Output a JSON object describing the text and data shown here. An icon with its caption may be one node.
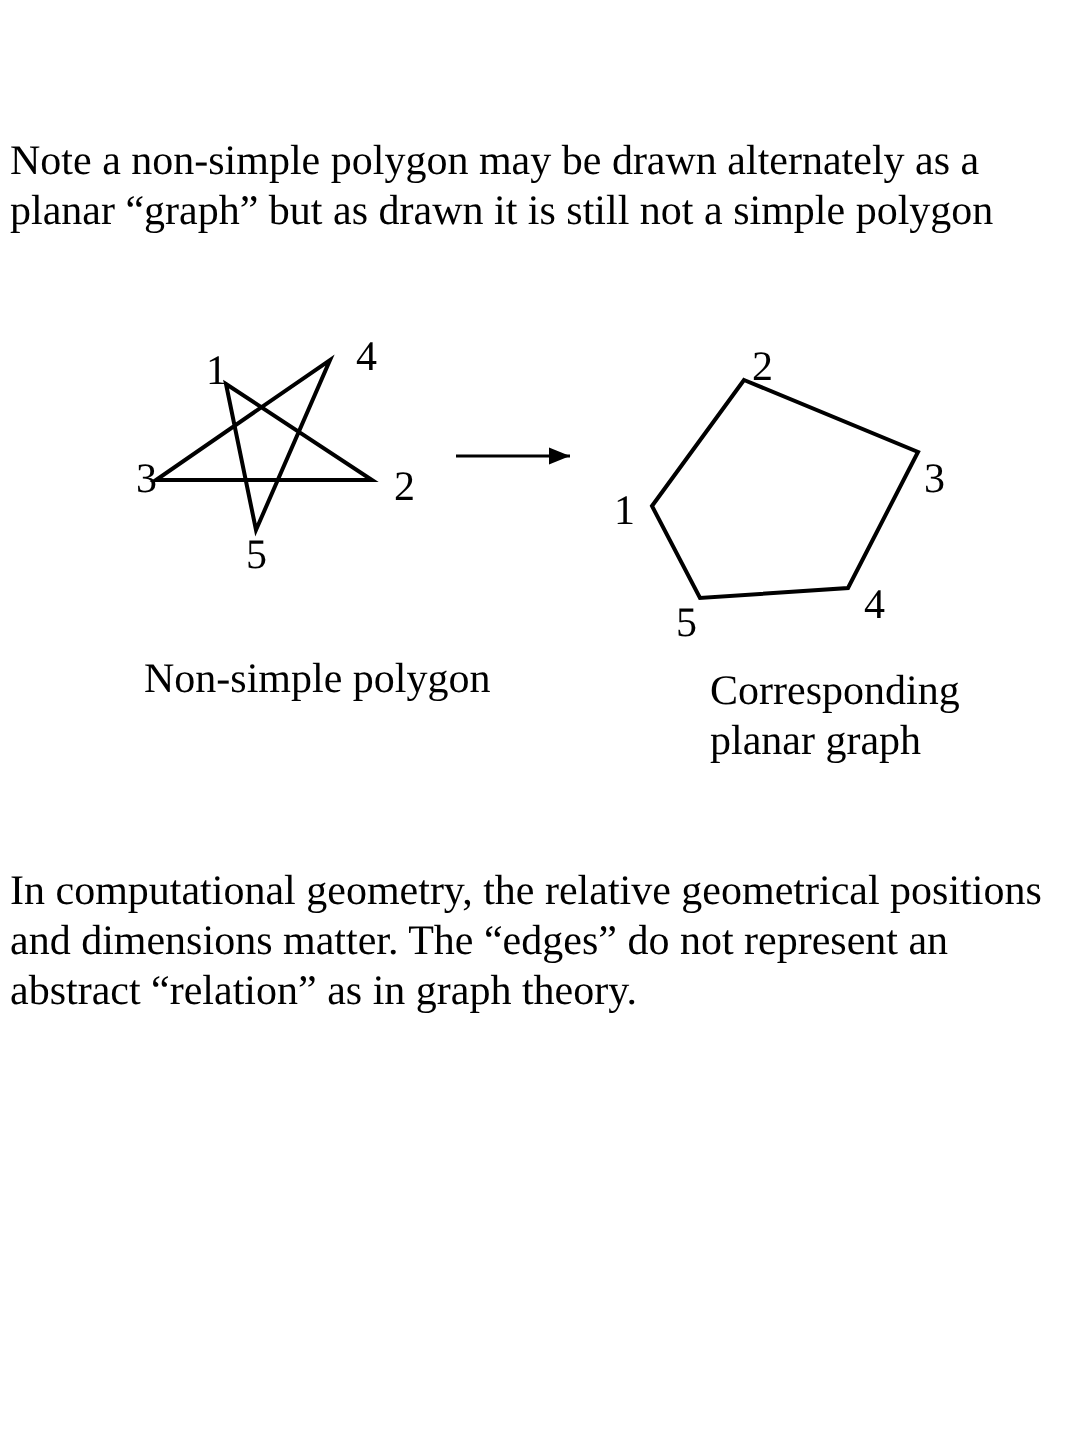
{
  "diagram": {
    "nodes": [
      {
        "text": [],
        "shape": "picture"
      },
      {
        "text": [],
        "shape": "picture"
      }
    ],
    "edges": [
      {
        "from": 0,
        "to": 1,
        "arrow": "to"
      }
    ],
    "labels": [
      "Note a non-simple polygon may be drawn alternately as a planar “graph” but as drawn it is still not a simple polygon",
      "1",
      "4",
      "2",
      "3",
      "2",
      "1",
      "3",
      "5",
      "5",
      "4",
      "Non-simple polygon",
      "Corresponding planar graph",
      "In computational geometry, the relative geometrical positions and dimensions matter.  The “edges” do not represent an abstract “relation” as in graph theory."
    ]
  }
}
